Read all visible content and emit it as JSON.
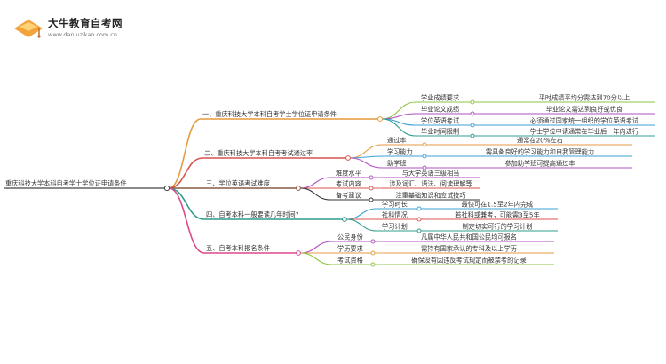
{
  "brand": {
    "name": "大牛教育自考网",
    "url": "www.daniuzikao.com.cn"
  },
  "mindmap": {
    "root": "重庆科技大学本科自考学士学位证申请条件",
    "branches": [
      {
        "label": "一、重庆科技大学本科自考学士学位证申请条件",
        "color": "#e69a3e",
        "children": [
          {
            "label": "学业成绩要求",
            "color": "#8cc43f",
            "leaf": "平时成绩平均分需达到70分以上"
          },
          {
            "label": "毕业论文成绩",
            "color": "#b04fc4",
            "leaf": "毕业论文需达到良好或优良"
          },
          {
            "label": "学位英语考试",
            "color": "#3aa3d6",
            "leaf": "必须通过国家统一组织的学位英语考试"
          },
          {
            "label": "毕业时间限制",
            "color": "#2f9c8c",
            "leaf": "学士学位申请通常在毕业后一年内进行"
          }
        ]
      },
      {
        "label": "二、重庆科技大学本科自考考试通过率",
        "color": "#d9534f",
        "children": [
          {
            "label": "通过率",
            "color": "#e69a3e",
            "leaf": "通常在20%左右"
          },
          {
            "label": "学习能力",
            "color": "#3aa3d6",
            "leaf": "需具备良好的学习能力和自我管理能力"
          },
          {
            "label": "助学班",
            "color": "#b04fc4",
            "leaf": "参加助学班可提高通过率"
          }
        ]
      },
      {
        "label": "三、学位英语考试难度",
        "color": "#8a5a44",
        "children": [
          {
            "label": "难度水平",
            "color": "#b04fc4",
            "leaf": "与大学英语三级相当"
          },
          {
            "label": "考试内容",
            "color": "#d9534f",
            "leaf": "涉及词汇、语法、阅读理解等"
          },
          {
            "label": "备考建议",
            "color": "#333333",
            "leaf": "注重基础知识和应试技巧"
          }
        ]
      },
      {
        "label": "四、自考本科一般要读几年时间?",
        "color": "#2f9c8c",
        "children": [
          {
            "label": "学习时长",
            "color": "#3aa3d6",
            "leaf": "最快可在1.5至2年内完成"
          },
          {
            "label": "社科情况",
            "color": "#d9534f",
            "leaf": "若社科或兼考，可能需3至5年"
          },
          {
            "label": "学习计划",
            "color": "#2f9c8c",
            "leaf": "制定切实可行的学习计划"
          }
        ]
      },
      {
        "label": "五、自考本科报名条件",
        "color": "#d94a8c",
        "children": [
          {
            "label": "公民身份",
            "color": "#b04fc4",
            "leaf": "凡属中华人民共和国公民均可报名"
          },
          {
            "label": "学历要求",
            "color": "#e69a3e",
            "leaf": "需持有国家承认的专科及以上学历"
          },
          {
            "label": "考试资格",
            "color": "#8cc43f",
            "leaf": "确保没有因违反考试规定而被禁考的记录"
          }
        ]
      }
    ]
  }
}
